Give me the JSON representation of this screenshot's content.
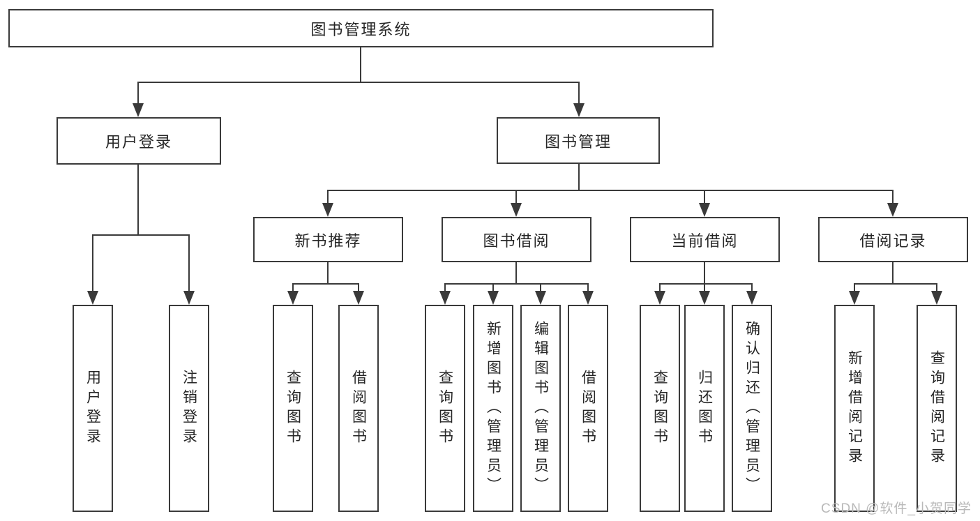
{
  "watermark": "CSDN @软件_小贺同学",
  "colors": {
    "line": "#3a3a3a",
    "box_border": "#3a3a3a",
    "text": "#262626",
    "background": "#ffffff",
    "watermark": "#b9b9b9"
  },
  "tree": {
    "root": {
      "label": "图书管理系统",
      "children": [
        {
          "label": "用户登录",
          "children": [
            {
              "label": "用户登录"
            },
            {
              "label": "注销登录"
            }
          ]
        },
        {
          "label": "图书管理",
          "children": [
            {
              "label": "新书推荐",
              "children": [
                {
                  "label": "查询图书"
                },
                {
                  "label": "借阅图书"
                }
              ]
            },
            {
              "label": "图书借阅",
              "children": [
                {
                  "label": "查询图书"
                },
                {
                  "label": "新增图书（管理员）"
                },
                {
                  "label": "编辑图书（管理员）"
                },
                {
                  "label": "借阅图书"
                }
              ]
            },
            {
              "label": "当前借阅",
              "children": [
                {
                  "label": "查询图书"
                },
                {
                  "label": "归还图书"
                },
                {
                  "label": "确认归还（管理员）"
                }
              ]
            },
            {
              "label": "借阅记录",
              "children": [
                {
                  "label": "新增借阅记录"
                },
                {
                  "label": "查询借阅记录"
                }
              ]
            }
          ]
        }
      ]
    }
  }
}
